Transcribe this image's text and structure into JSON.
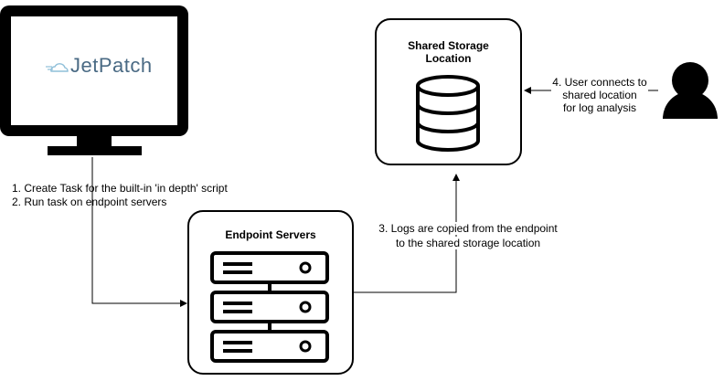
{
  "monitor": {
    "logo_text": "JetPatch",
    "icon": "cloud-icon"
  },
  "steps": {
    "step1": "1. Create Task for the built-in 'in depth' script",
    "step2": "2. Run task on endpoint servers",
    "step3_line1": "3. Logs are copied from the endpoint",
    "step3_line2": "to the shared storage location",
    "step4_line1": "4. User connects to",
    "step4_line2": "shared location",
    "step4_line3": "for log analysis"
  },
  "storage_box": {
    "title_line1": "Shared Storage",
    "title_line2": "Location",
    "icon": "database-icon"
  },
  "endpoint_box": {
    "title": "Endpoint Servers",
    "icon": "server-stack-icon"
  },
  "user": {
    "icon": "user-icon"
  },
  "colors": {
    "stroke": "#000000",
    "monitor_screen": "#ffffff",
    "logo_text": "#4a6a84",
    "logo_cloud": "#8fbfd9"
  }
}
